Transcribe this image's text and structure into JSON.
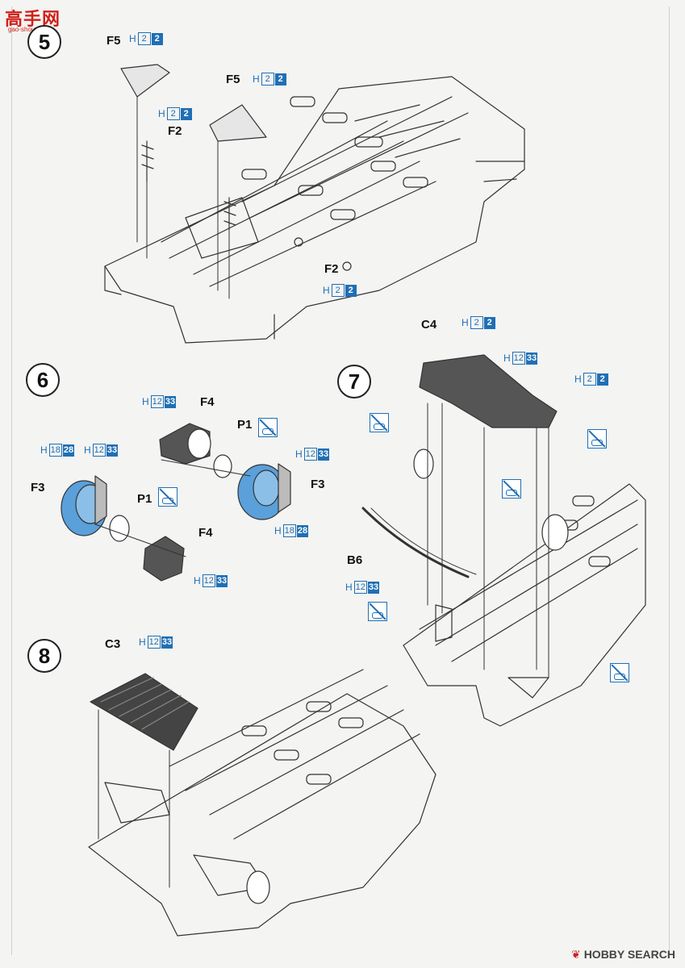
{
  "watermark": {
    "text": "高手网",
    "url": "gao-shou.com"
  },
  "footer": {
    "logo_mark": "❦",
    "text": "HOBBY SEARCH"
  },
  "steps": [
    {
      "number": "5"
    },
    {
      "number": "6"
    },
    {
      "number": "7"
    },
    {
      "number": "8"
    }
  ],
  "step5": {
    "labels": {
      "f5_a": "F5",
      "f5_b": "F5",
      "f2_a": "F2",
      "f2_b": "F2"
    },
    "paints": {
      "p_f5a": {
        "h": "H",
        "a": "2",
        "b": "2"
      },
      "p_f5b": {
        "h": "H",
        "a": "2",
        "b": "2"
      },
      "p_f2a": {
        "h": "H",
        "a": "2",
        "b": "2"
      },
      "p_f2b": {
        "h": "H",
        "a": "2",
        "b": "2"
      }
    }
  },
  "step6": {
    "labels": {
      "f4_top": "F4",
      "p1_top": "P1",
      "f3_right": "F3",
      "f3_left": "F3",
      "p1_left": "P1",
      "f4_bottom": "F4"
    },
    "paints": {
      "p_f4top": {
        "h": "H",
        "a": "12",
        "b": "33"
      },
      "p_f3right": {
        "h": "H",
        "a": "12",
        "b": "33"
      },
      "p_f3right_blue": {
        "h": "H",
        "a": "18",
        "b": "28"
      },
      "p_f3left_blue": {
        "h": "H",
        "a": "18",
        "b": "28"
      },
      "p_f3left": {
        "h": "H",
        "a": "12",
        "b": "33"
      },
      "p_f4bottom": {
        "h": "H",
        "a": "12",
        "b": "33"
      }
    }
  },
  "step7": {
    "labels": {
      "c4": "C4",
      "b6": "B6"
    },
    "paints": {
      "p_c4": {
        "h": "H",
        "a": "2",
        "b": "2"
      },
      "p_mid": {
        "h": "H",
        "a": "12",
        "b": "33"
      },
      "p_right": {
        "h": "H",
        "a": "2",
        "b": "2"
      },
      "p_b6": {
        "h": "H",
        "a": "12",
        "b": "33"
      }
    }
  },
  "step8": {
    "labels": {
      "c3": "C3"
    },
    "paints": {
      "p_c3": {
        "h": "H",
        "a": "12",
        "b": "33"
      }
    }
  },
  "colors": {
    "accent_blue": "#1f6fb5",
    "part_fill_blue": "#5aa0db",
    "line": "#333333"
  }
}
